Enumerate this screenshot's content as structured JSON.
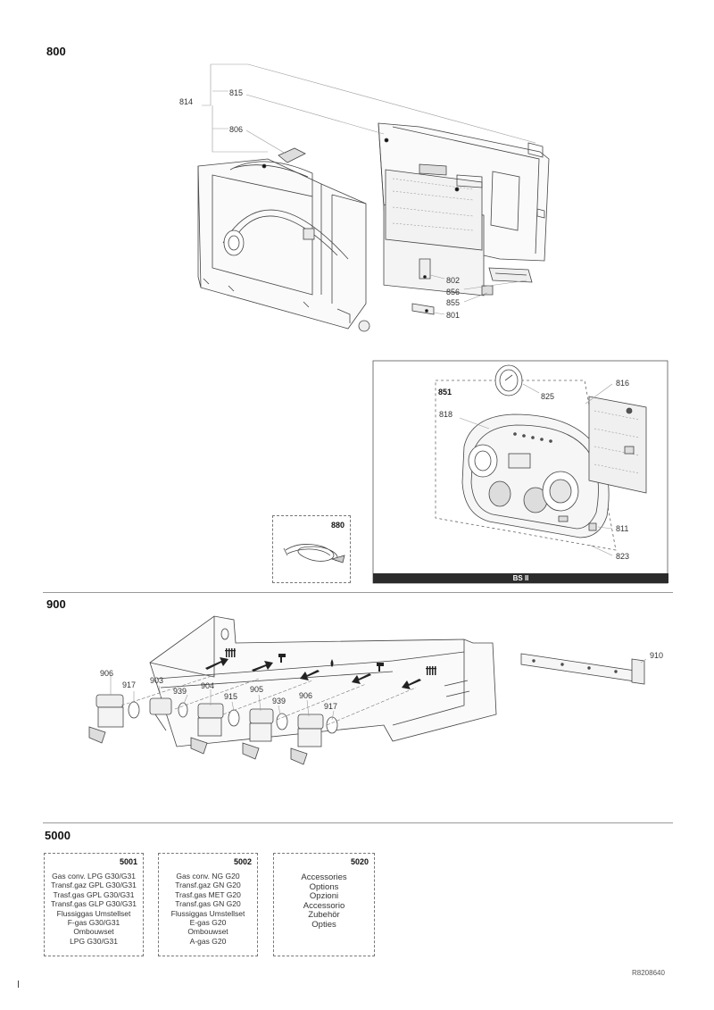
{
  "sections": {
    "s800": "800",
    "s900": "900",
    "s5000": "5000"
  },
  "parts_800": {
    "p814": "814",
    "p815": "815",
    "p806": "806",
    "p802": "802",
    "p856": "856",
    "p855": "855",
    "p801": "801"
  },
  "box_880": {
    "label": "880"
  },
  "panel_bs": {
    "p851": "851",
    "p816": "816",
    "p825": "825",
    "p818": "818",
    "p811": "811",
    "p823": "823",
    "footer": "BS II"
  },
  "parts_900": {
    "a906": "906",
    "a917": "917",
    "a903": "903",
    "a939": "939",
    "a904": "904",
    "a915": "915",
    "a905": "905",
    "b939": "939",
    "b906": "906",
    "b917": "917",
    "a910": "910"
  },
  "kits": [
    {
      "number": "5001",
      "lines": [
        "Gas conv. LPG G30/G31",
        "Transf.gaz GPL G30/G31",
        "Trasf.gas GPL G30/G31",
        "Transf.gas GLP G30/G31",
        "Flussiggas Umstellset",
        "F-gas G30/G31",
        "Ombouwset",
        "LPG G30/G31"
      ]
    },
    {
      "number": "5002",
      "lines": [
        "Gas conv. NG G20",
        "Transf.gaz GN G20",
        "Trasf.gas MET G20",
        "Transf.gas GN G20",
        "Flussiggas Umstellset",
        "E-gas G20",
        "Ombouwset",
        "A-gas G20"
      ]
    },
    {
      "number": "5020",
      "lines": [
        "Accessories",
        "Options",
        "Opzioni",
        "Accessorio",
        "Zubehör",
        "Opties"
      ]
    }
  ],
  "doc_ref": "R8208640",
  "icons": [
    "radiator-icon",
    "tap-icon",
    "flame-icon",
    "arrow-icon",
    "bracket-icon"
  ]
}
